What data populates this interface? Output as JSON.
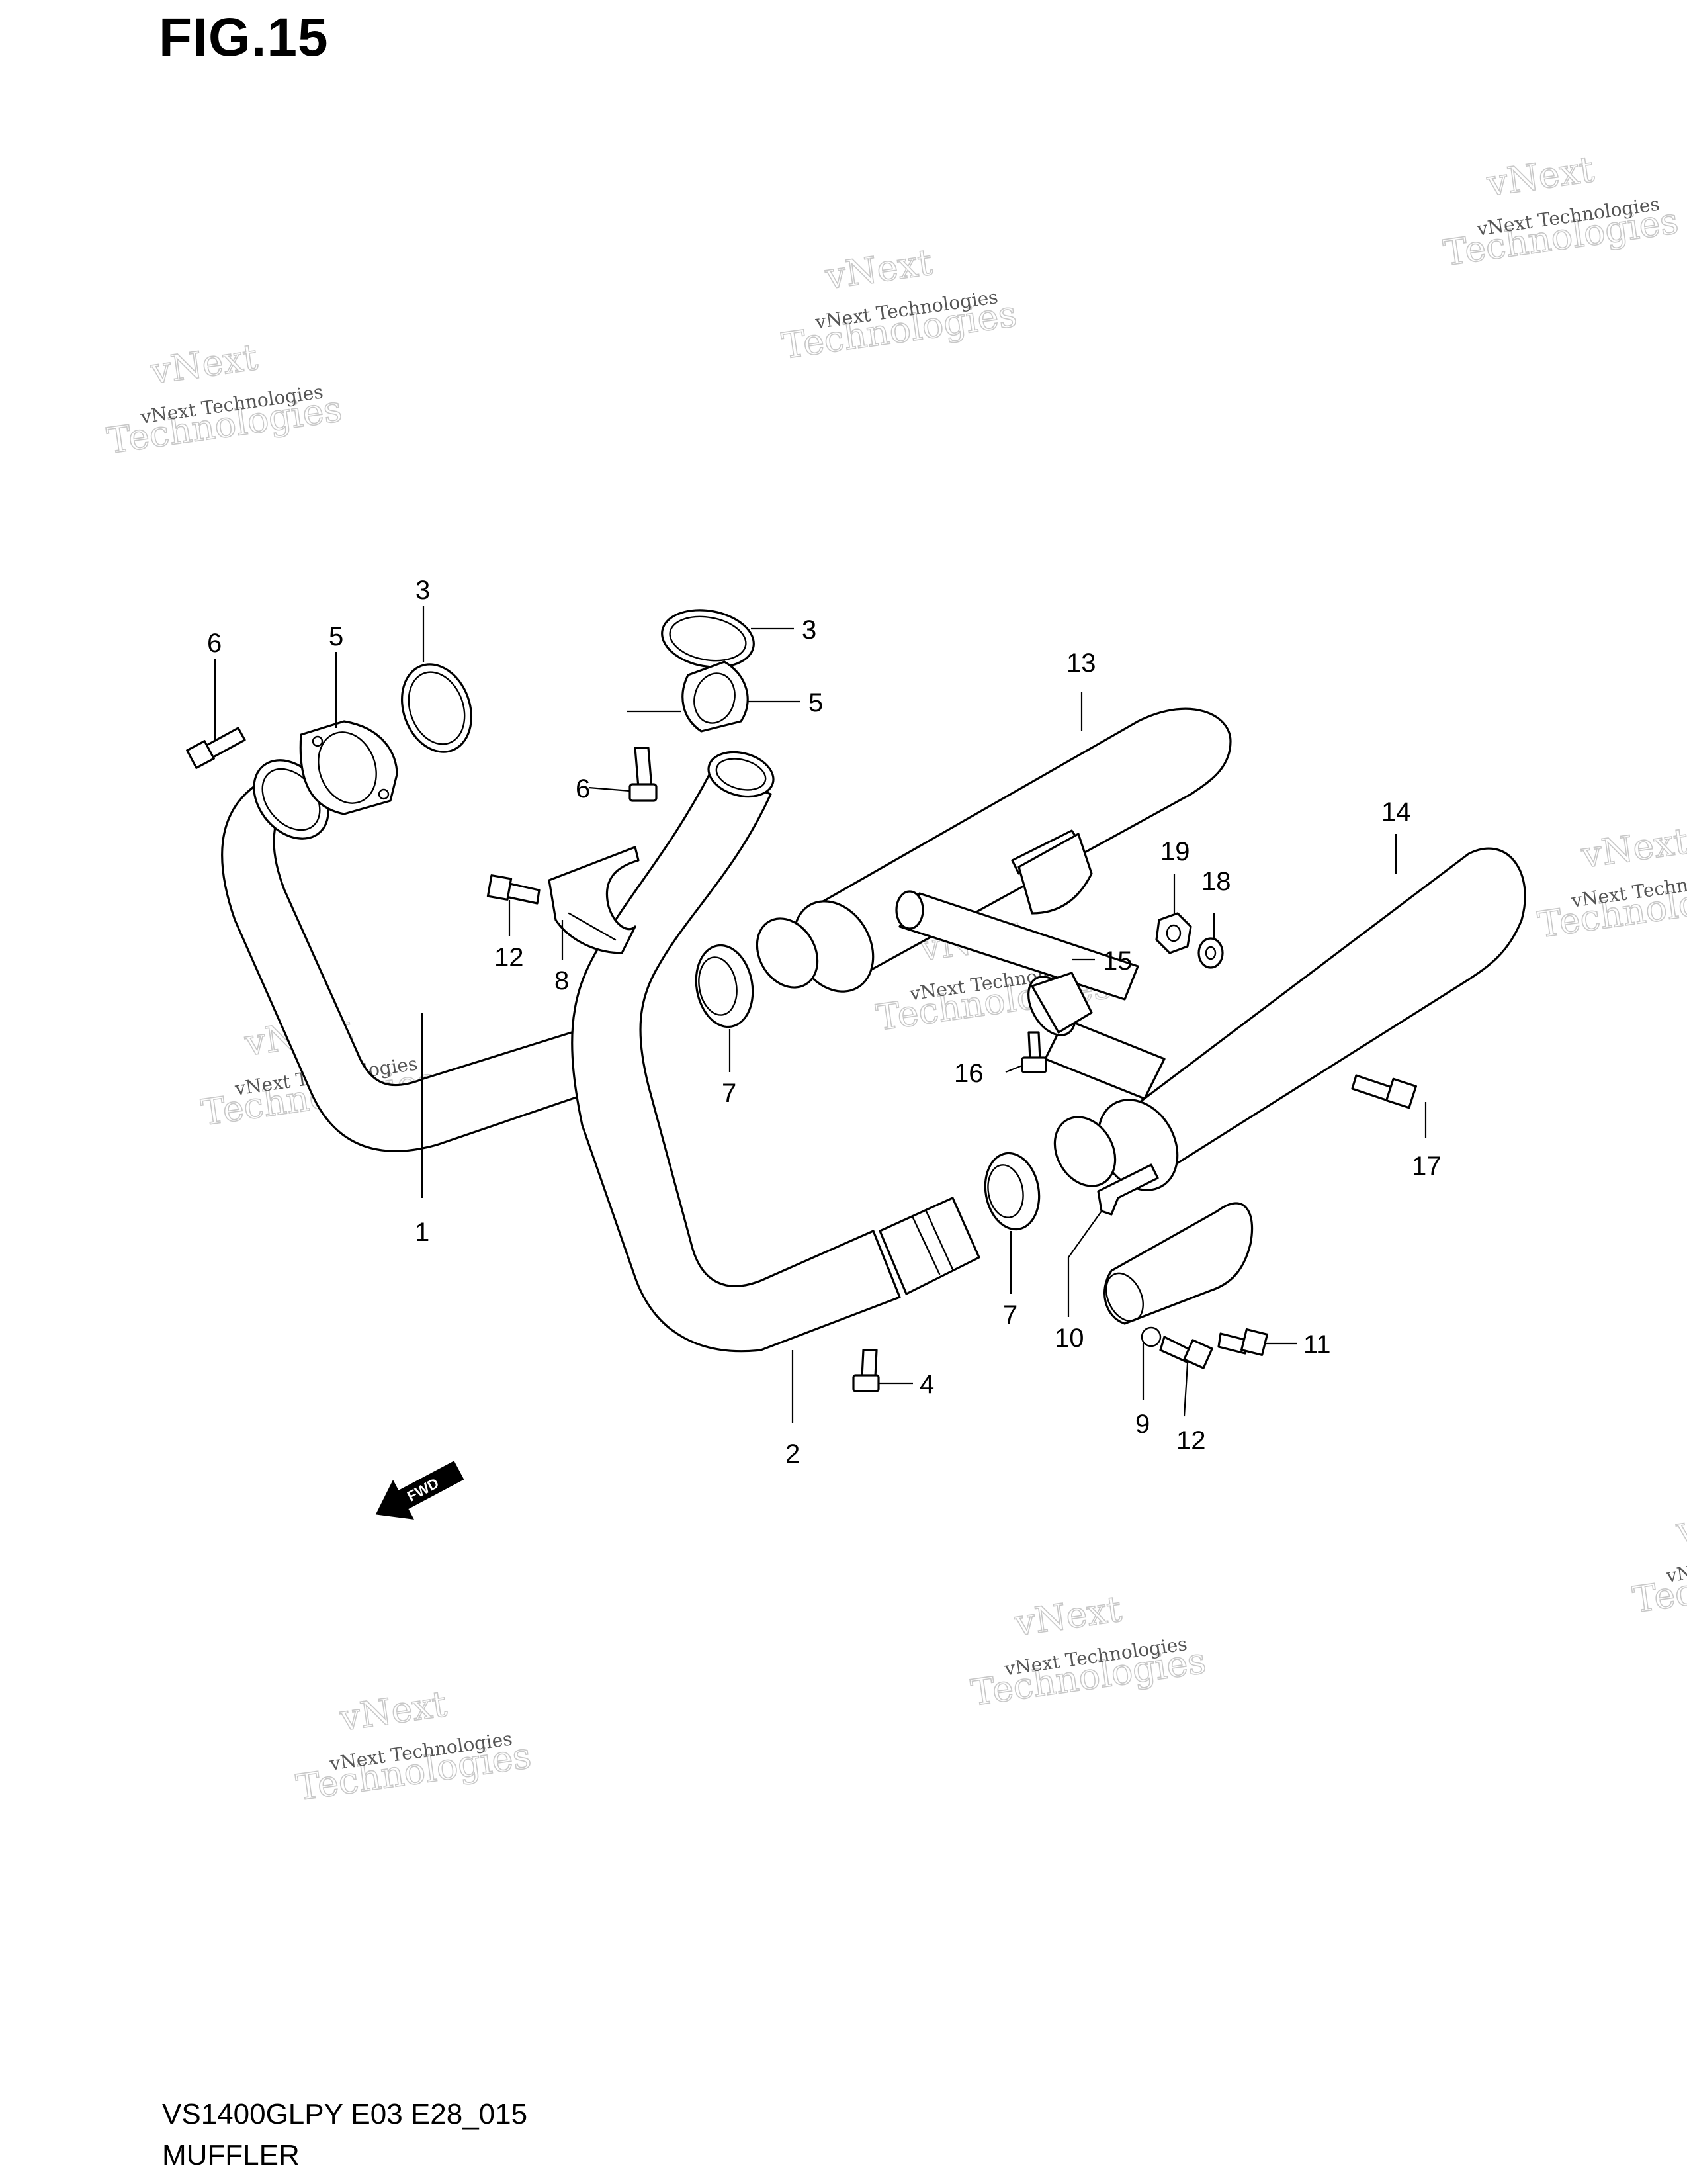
{
  "figure": {
    "title": "FIG.15",
    "model_code": "VS1400GLPY E03 E28_015",
    "section_name": "MUFFLER"
  },
  "watermark": {
    "line_small": "vNext Technologies",
    "line_top": "vNext",
    "line_big": "Technologies"
  },
  "direction_marker": {
    "label": "FWD",
    "icon": "forward-arrow-icon"
  },
  "callouts": {
    "c1": "1",
    "c2": "2",
    "c3a": "3",
    "c3b": "3",
    "c4": "4",
    "c5a": "5",
    "c5b": "5",
    "c6a": "6",
    "c6b": "6",
    "c7a": "7",
    "c7b": "7",
    "c8": "8",
    "c9": "9",
    "c10": "10",
    "c11": "11",
    "c12a": "12",
    "c12b": "12",
    "c13": "13",
    "c14": "14",
    "c15": "15",
    "c16": "16",
    "c17": "17",
    "c18": "18",
    "c19": "19"
  }
}
